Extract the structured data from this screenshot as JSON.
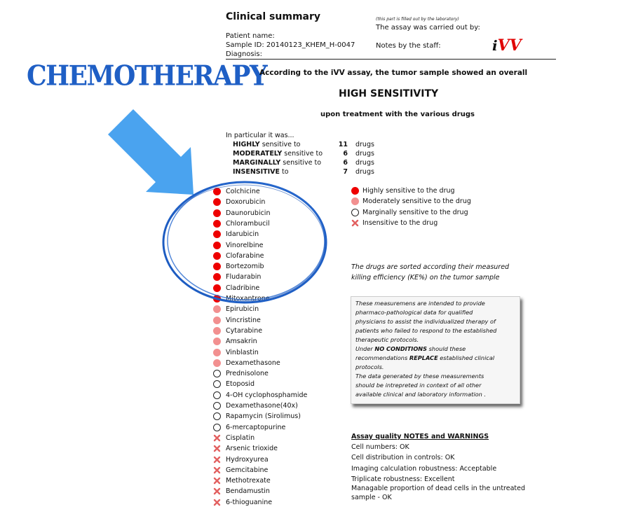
{
  "header": {
    "title": "Clinical summary",
    "lab_note": "(this part is filled out by the laboratory)",
    "assay_by": "The assay was carried out by:",
    "patient_name": "Patient name:",
    "sample_id": "Sample ID: 20140123_KHEM_H-0047",
    "diagnosis": "Diagnosis:",
    "staff_notes": "Notes by the staff:",
    "logo_i": "i",
    "logo_vv": "VV"
  },
  "overlay": {
    "chemo_label": "CHEMOTHERAPY",
    "arrow_color": "#4aa3ef",
    "circle_color": "#1f5fc5"
  },
  "summary": {
    "intro": "According to the iVV assay, the tumor sample showed an overall",
    "result": "HIGH SENSITIVITY",
    "upon": "upon treatment with the various drugs",
    "particular": "In particular it was...",
    "rows": [
      {
        "level": "HIGHLY",
        "rest": " sensitive to",
        "count": "11",
        "unit": "drugs"
      },
      {
        "level": "MODERATELY",
        "rest": " sensitive to",
        "count": "6",
        "unit": "drugs"
      },
      {
        "level": "MARGINALLY",
        "rest": " sensitive to",
        "count": "6",
        "unit": "drugs"
      },
      {
        "level": "INSENSITIVE",
        "rest": " to",
        "count": "7",
        "unit": "drugs"
      }
    ]
  },
  "drugs": [
    {
      "name": "Colchicine",
      "status": "high"
    },
    {
      "name": "Doxorubicin",
      "status": "high"
    },
    {
      "name": "Daunorubicin",
      "status": "high"
    },
    {
      "name": "Chlorambucil",
      "status": "high"
    },
    {
      "name": "Idarubicin",
      "status": "high"
    },
    {
      "name": "Vinorelbine",
      "status": "high"
    },
    {
      "name": "Clofarabine",
      "status": "high"
    },
    {
      "name": "Bortezomib",
      "status": "high"
    },
    {
      "name": "Fludarabin",
      "status": "high"
    },
    {
      "name": "Cladribine",
      "status": "high"
    },
    {
      "name": "Mitoxantrone",
      "status": "high"
    },
    {
      "name": "Epirubicin",
      "status": "moderate"
    },
    {
      "name": "Vincristine",
      "status": "moderate"
    },
    {
      "name": "Cytarabine",
      "status": "moderate"
    },
    {
      "name": "Amsakrin",
      "status": "moderate"
    },
    {
      "name": "Vinblastin",
      "status": "moderate"
    },
    {
      "name": "Dexamethasone",
      "status": "moderate"
    },
    {
      "name": "Prednisolone",
      "status": "marginal"
    },
    {
      "name": "Etoposid",
      "status": "marginal"
    },
    {
      "name": "4-OH cyclophosphamide",
      "status": "marginal"
    },
    {
      "name": "Dexamethasone(40x)",
      "status": "marginal"
    },
    {
      "name": "Rapamycin (Sirolimus)",
      "status": "marginal"
    },
    {
      "name": "6-mercaptopurine",
      "status": "marginal"
    },
    {
      "name": "Cisplatin",
      "status": "insensitive"
    },
    {
      "name": "Arsenic trioxide",
      "status": "insensitive"
    },
    {
      "name": "Hydroxyurea",
      "status": "insensitive"
    },
    {
      "name": "Gemcitabine",
      "status": "insensitive"
    },
    {
      "name": "Methotrexate",
      "status": "insensitive"
    },
    {
      "name": "Bendamustin",
      "status": "insensitive"
    },
    {
      "name": "6-thioguanine",
      "status": "insensitive"
    }
  ],
  "legend": [
    {
      "status": "high",
      "label": "Highly sensitive to the drug"
    },
    {
      "status": "moderate",
      "label": "Moderately sensitive to the drug"
    },
    {
      "status": "marginal",
      "label": "Marginally sensitive to the drug"
    },
    {
      "status": "insensitive",
      "label": "Insensitive to the drug"
    }
  ],
  "status_colors": {
    "high": "#ee0000",
    "moderate": "#f29090",
    "marginal": "#ffffff",
    "insensitive": "#e26060"
  },
  "sorted_note": [
    "The drugs are sorted according their measured",
    "killing efficiency (KE%) on the tumor sample"
  ],
  "disclaimer": {
    "line1": "These measuremens  are intended to provide",
    "line2": "pharmaco-pathological data for qualified",
    "line3": "physicians to assist the individualized therapy of",
    "line4": "patients who failed to respond to the established",
    "line5": "therapeutic protocols.",
    "line6_pre": "Under ",
    "line6_bold": "NO CONDITIONS",
    "line6_post": " should these",
    "line7_pre": "recommendations ",
    "line7_bold": "REPLACE",
    "line7_post": " established clinical",
    "line8": "protocols.",
    "line9": "The data generated by these measurements",
    "line10": "should be intrepreted in context of all other",
    "line11": "available clinical and laboratory information ."
  },
  "quality": {
    "title": "Assay quality NOTES and WARNINGS",
    "lines": [
      "Cell numbers: OK",
      "Cell distribution in controls: OK",
      "Imaging calculation robustness:  Acceptable",
      "Triplicate robustness: Excellent",
      "Managable proportion of dead cells in the untreated",
      "sample - OK"
    ]
  }
}
